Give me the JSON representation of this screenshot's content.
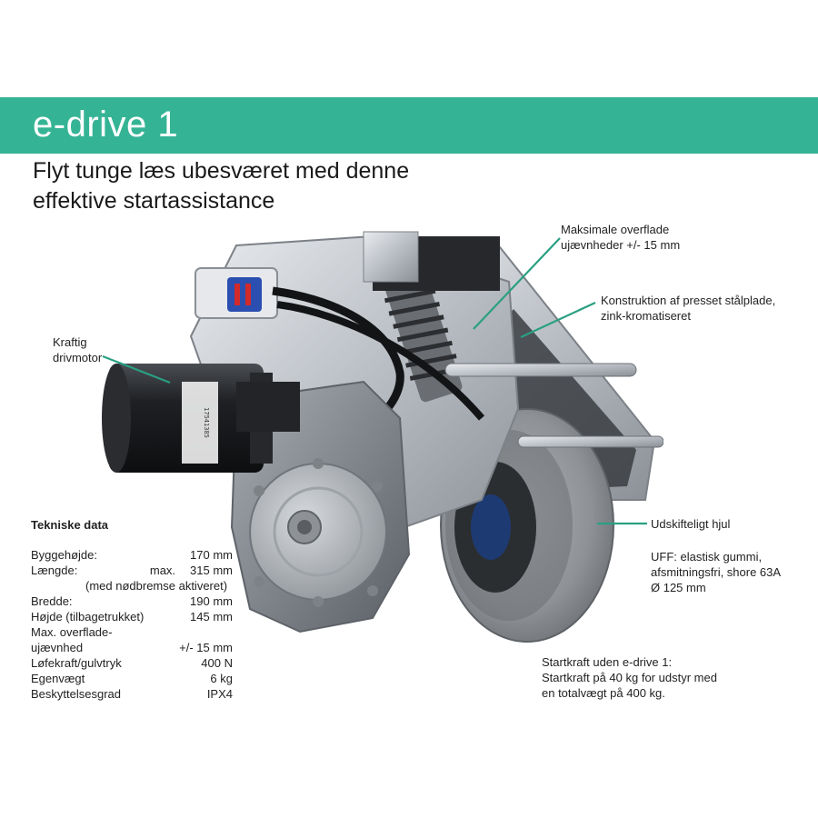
{
  "header": {
    "title": "e-drive 1",
    "subtitle_line1": "Flyt tunge læs ubesværet med denne",
    "subtitle_line2": "effektive startassistance"
  },
  "colors": {
    "accent": "#35b495",
    "text": "#1a1a1a",
    "leader": "#2a9f82"
  },
  "callouts": {
    "motor": {
      "line1": "Kraftig",
      "line2": "drivmotor"
    },
    "surface": {
      "line1": "Maksimale overflade",
      "line2": "ujævnheder +/- 15 mm"
    },
    "construction": {
      "line1": "Konstruktion af presset stålplade,",
      "line2": "zink-kromatiseret"
    },
    "wheel": {
      "title": "Udskifteligt hjul"
    },
    "uff": {
      "line1": "UFF: elastisk gummi,",
      "line2": "afsmitningsfri, shore 63A",
      "line3": "Ø 125 mm"
    }
  },
  "product_label": "17541385",
  "specs": {
    "title": "Tekniske data",
    "rows": [
      {
        "label": "Byggehøjde:",
        "value": "170 mm"
      },
      {
        "label": "Længde:",
        "mid": "max.",
        "value": "315 mm"
      },
      {
        "label": "Bredde:",
        "value": "190 mm"
      },
      {
        "label": "Højde (tilbagetrukket)",
        "value": "145 mm"
      },
      {
        "label": "Max. overflade-",
        "value": ""
      },
      {
        "label": "ujævnhed",
        "value": "+/- 15 mm"
      },
      {
        "label": "Løfekraft/gulvtryk",
        "value": "400 N"
      },
      {
        "label": "Egenvægt",
        "value": "6 kg"
      },
      {
        "label": "Beskyttelsesgrad",
        "value": "IPX4"
      }
    ],
    "length_note": "(med nødbremse aktiveret)"
  },
  "notes": {
    "line1": "Startkraft uden e-drive 1:",
    "line2": "Startkraft på 40 kg for udstyr med",
    "line3": "en totalvægt på 400 kg."
  }
}
